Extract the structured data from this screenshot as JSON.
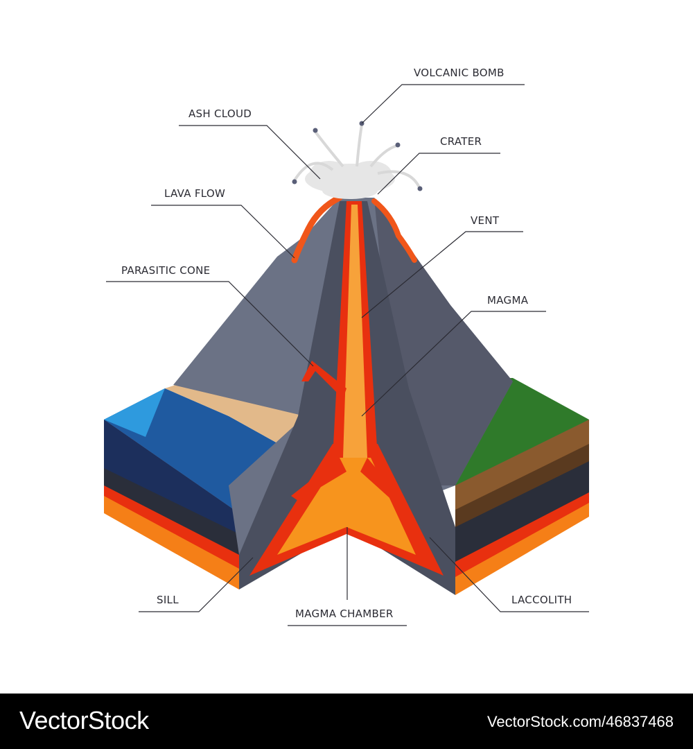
{
  "labels": {
    "volcanic_bomb": "VOLCANIC BOMB",
    "ash_cloud": "ASH CLOUD",
    "crater": "CRATER",
    "lava_flow": "LAVA FLOW",
    "vent": "VENT",
    "parasitic_cone": "PARASITIC CONE",
    "magma": "MAGMA",
    "sill": "SILL",
    "magma_chamber": "MAGMA CHAMBER",
    "laccolith": "LACCOLITH"
  },
  "watermark": {
    "brand": "VectorStock",
    "reference": "VectorStock.com/46837468"
  },
  "colors": {
    "rock": "#6b7285",
    "rock_dark": "#3f4452",
    "lava_red": "#e8300f",
    "lava_orange": "#f7941d",
    "water": "#1f5aa0",
    "forest": "#2f7a2a",
    "sand": "#e2b98a"
  }
}
